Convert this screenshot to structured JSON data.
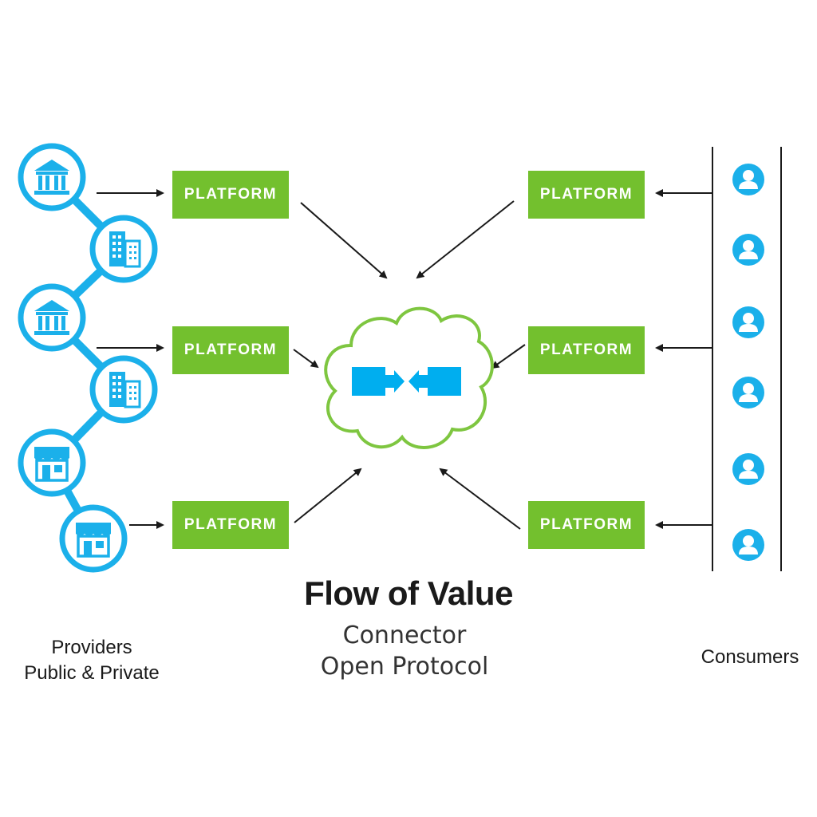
{
  "colors": {
    "platform": "#73c02e",
    "provider_blue": "#1bb0ea",
    "cloud_outline": "#7ec640",
    "connector_blue": "#00aeef",
    "arrow": "#1a1a1a"
  },
  "platforms": {
    "left": [
      "PLATFORM",
      "PLATFORM",
      "PLATFORM"
    ],
    "right": [
      "PLATFORM",
      "PLATFORM",
      "PLATFORM"
    ]
  },
  "providers": {
    "nodes": [
      {
        "icon": "bank-icon"
      },
      {
        "icon": "office-building-icon"
      },
      {
        "icon": "bank-icon"
      },
      {
        "icon": "office-building-icon"
      },
      {
        "icon": "storefront-icon"
      },
      {
        "icon": "storefront-icon"
      }
    ],
    "label_line1": "Providers",
    "label_line2": "Public & Private"
  },
  "consumers": {
    "count": 6,
    "icon": "user-icon",
    "label": "Consumers"
  },
  "center": {
    "icon": "connector-arrows-icon",
    "title": "Flow of Value",
    "subtitle_line1": "Connector",
    "subtitle_line2": "Open Protocol"
  }
}
